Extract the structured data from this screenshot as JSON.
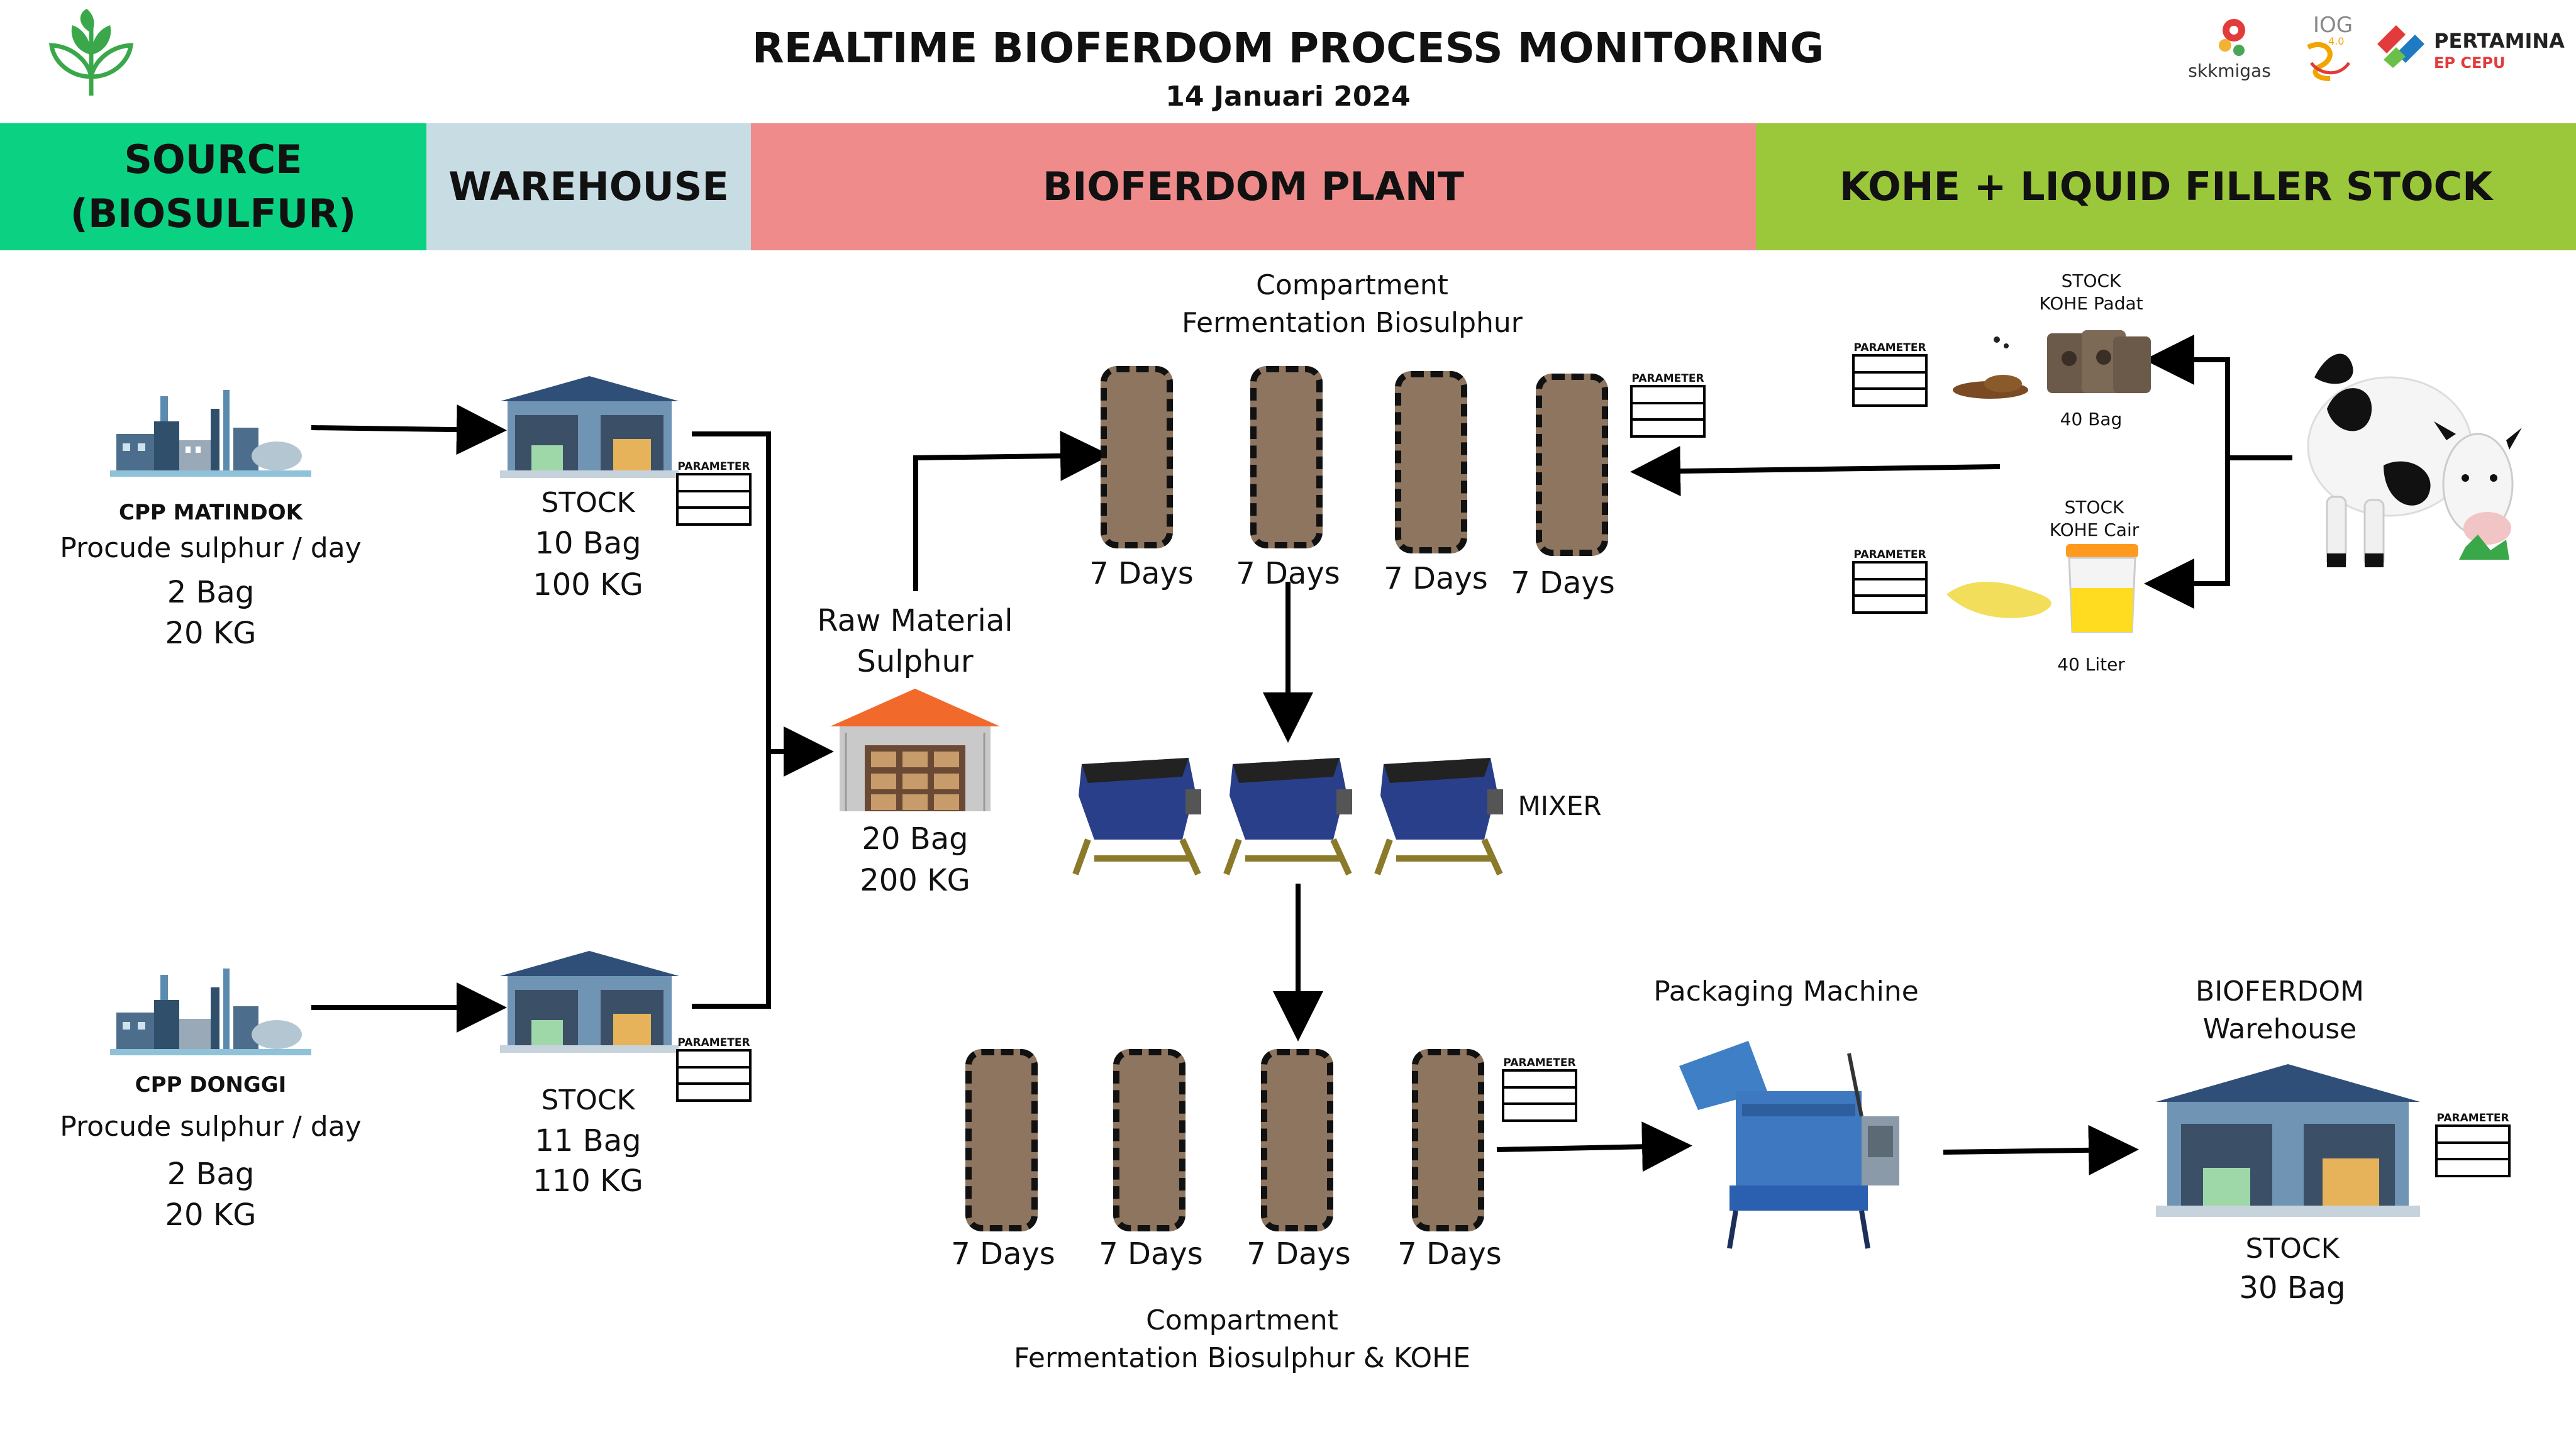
{
  "header": {
    "title": "REALTIME BIOFERDOM PROCESS MONITORING",
    "date": "14 Januari 2024",
    "logos": {
      "skkmigas": "skkmigas",
      "iog": "IOG",
      "iog_sub": "4.0",
      "pertamina": "PERTAMINA",
      "pertamina_sub": "EP CEPU"
    }
  },
  "sections": {
    "source_line1": "SOURCE",
    "source_line2": "(BIOSULFUR)",
    "warehouse": "WAREHOUSE",
    "plant": "BIOFERDOM PLANT",
    "kohe": "KOHE + LIQUID FILLER STOCK"
  },
  "colors": {
    "source": "#0bd183",
    "warehouse": "#c7dce3",
    "plant": "#ef8b8b",
    "kohe": "#9bc73a",
    "compartment": "#8d7560"
  },
  "parameter_label": "PARAMETER",
  "sources": [
    {
      "name": "CPP MATINDOK",
      "desc": "Procude sulphur / day",
      "bag": "2 Bag",
      "kg": "20 KG"
    },
    {
      "name": "CPP DONGGI",
      "desc": "Procude sulphur / day",
      "bag": "2 Bag",
      "kg": "20 KG"
    }
  ],
  "warehouses": [
    {
      "label": "STOCK",
      "bag": "10 Bag",
      "kg": "100 KG"
    },
    {
      "label": "STOCK",
      "bag": "11 Bag",
      "kg": "110 KG"
    }
  ],
  "raw_material": {
    "line1": "Raw Material",
    "line2": "Sulphur",
    "bag": "20 Bag",
    "kg": "200 KG"
  },
  "compartment_top": {
    "line1": "Compartment",
    "line2": "Fermentation Biosulphur",
    "days": [
      "7 Days",
      "7 Days",
      "7 Days",
      "7 Days"
    ]
  },
  "mixer_label": "MIXER",
  "compartment_bottom": {
    "line1": "Compartment",
    "line2": "Fermentation Biosulphur & KOHE",
    "days": [
      "7 Days",
      "7 Days",
      "7 Days",
      "7 Days"
    ]
  },
  "packaging": {
    "label": "Packaging Machine"
  },
  "bioferdom_warehouse": {
    "line1": "BIOFERDOM",
    "line2": "Warehouse",
    "stock_label": "STOCK",
    "stock": "30 Bag"
  },
  "kohe_padat": {
    "line1": "STOCK",
    "line2": "KOHE Padat",
    "value": "40  Bag"
  },
  "kohe_cair": {
    "line1": "STOCK",
    "line2": "KOHE Cair",
    "value": "40  Liter"
  }
}
